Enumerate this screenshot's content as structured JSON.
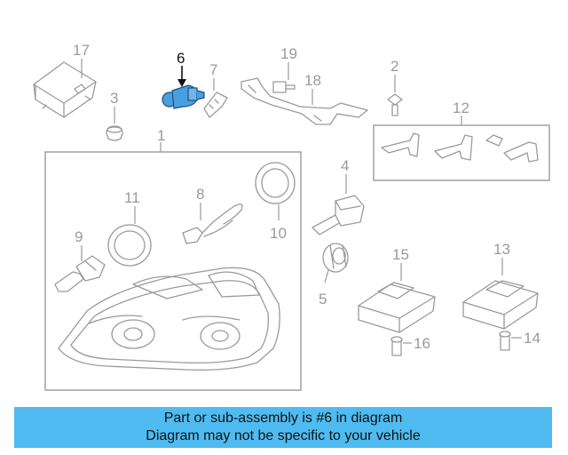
{
  "colors": {
    "line": "#9a9a9a",
    "highlight_part": "#4a9fe0",
    "banner": "#4fbbf0",
    "text_dark": "#111111"
  },
  "callouts": {
    "n1": "1",
    "n2": "2",
    "n3": "3",
    "n4": "4",
    "n5": "5",
    "n6": "6",
    "n7": "7",
    "n8": "8",
    "n9": "9",
    "n10": "10",
    "n11": "11",
    "n12": "12",
    "n13": "13",
    "n14": "14",
    "n15": "15",
    "n16": "16",
    "n17": "17",
    "n18": "18",
    "n19": "19"
  },
  "highlighted_part": "6",
  "banner": {
    "line1": "Part or sub-assembly is #6 in diagram",
    "line2": "Diagram may not be specific to your vehicle"
  }
}
